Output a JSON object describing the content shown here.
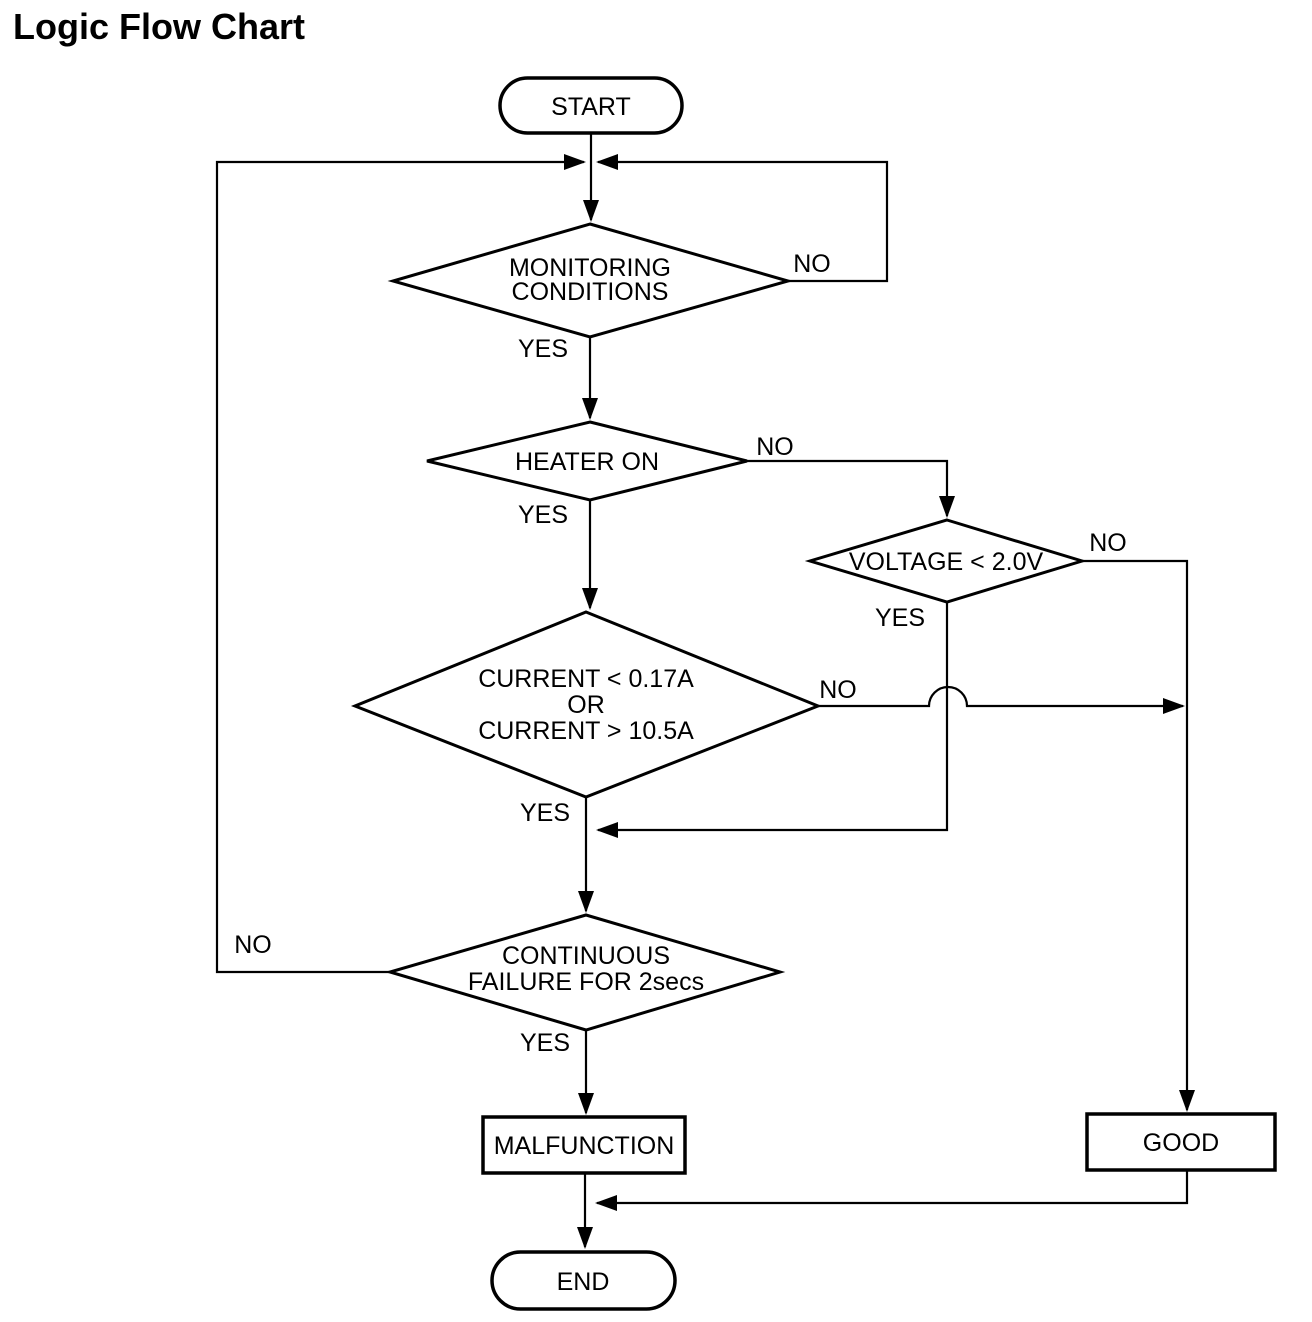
{
  "title": "Logic Flow Chart",
  "diagram_type": "flowchart",
  "colors": {
    "line": "#000000",
    "background": "#ffffff",
    "text": "#000000"
  },
  "nodes": {
    "start": {
      "type": "terminator",
      "label": "START"
    },
    "monitoring": {
      "type": "decision",
      "lines": [
        "MONITORING",
        "CONDITIONS"
      ]
    },
    "heater": {
      "type": "decision",
      "label": "HEATER ON"
    },
    "voltage": {
      "type": "decision",
      "label": "VOLTAGE < 2.0V"
    },
    "current": {
      "type": "decision",
      "lines": [
        "CURRENT < 0.17A",
        "OR",
        "CURRENT > 10.5A"
      ]
    },
    "continuous": {
      "type": "decision",
      "lines": [
        "CONTINUOUS",
        "FAILURE FOR 2secs"
      ]
    },
    "malfunction": {
      "type": "process",
      "label": "MALFUNCTION"
    },
    "good": {
      "type": "process",
      "label": "GOOD"
    },
    "end": {
      "type": "terminator",
      "label": "END"
    }
  },
  "edge_labels": {
    "monitoring_no": "NO",
    "monitoring_yes": "YES",
    "heater_no": "NO",
    "heater_yes": "YES",
    "voltage_no": "NO",
    "voltage_yes": "YES",
    "current_no": "NO",
    "current_yes": "YES",
    "continuous_no": "NO",
    "continuous_yes": "YES"
  },
  "flow": [
    "START -> MONITORING CONDITIONS",
    "MONITORING CONDITIONS -NO-> loop back to top junction",
    "MONITORING CONDITIONS -YES-> HEATER ON",
    "HEATER ON -YES-> CURRENT test",
    "HEATER ON -NO-> VOLTAGE < 2.0V",
    "VOLTAGE < 2.0V -YES-> CURRENT YES path merge",
    "VOLTAGE < 2.0V -NO-> GOOD",
    "CURRENT test -NO-> GOOD",
    "CURRENT test -YES-> CONTINUOUS FAILURE FOR 2secs",
    "CONTINUOUS FAILURE FOR 2secs -NO-> loop back to top junction",
    "CONTINUOUS FAILURE FOR 2secs -YES-> MALFUNCTION",
    "MALFUNCTION -> END",
    "GOOD -> END"
  ]
}
